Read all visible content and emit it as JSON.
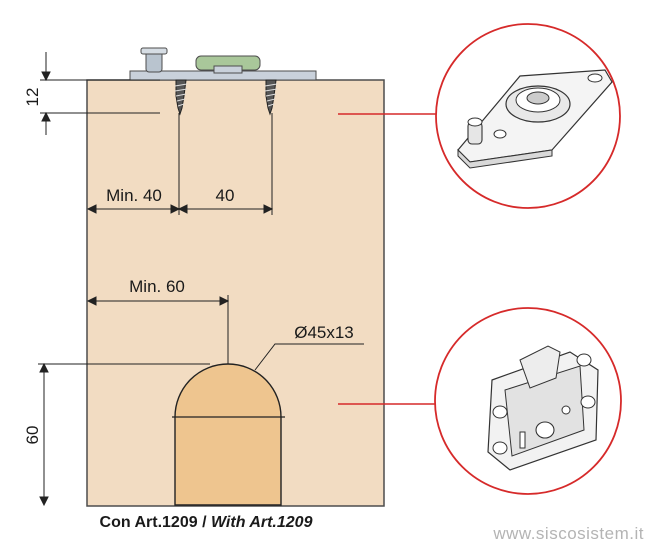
{
  "diagram": {
    "dimensions": {
      "top_height": "12",
      "min_side": "Min. 40",
      "spacing": "40",
      "min_center": "Min. 60",
      "hole": "Ø45x13",
      "bottom_height": "60"
    },
    "caption": {
      "main": "Con Art.1209 / ",
      "italic": "With Art.1209"
    },
    "watermark": "www.siscosistem.it"
  },
  "colors": {
    "panel": "#f2dcc2",
    "hole": "#eec58f",
    "leader": "#d62a2a",
    "plate": "#c9d1db",
    "knob": "#a9c79a"
  }
}
